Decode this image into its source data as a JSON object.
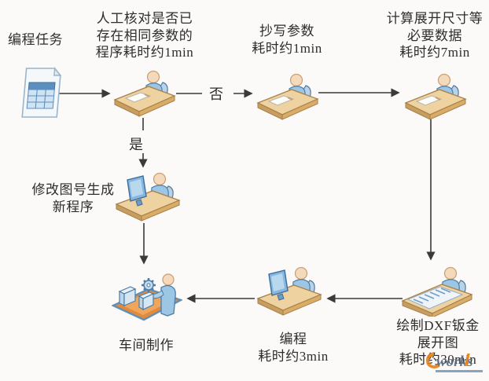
{
  "nodes": {
    "task": {
      "label": "编程任务",
      "icon": "spreadsheet-document-icon"
    },
    "manual_check": {
      "lines": [
        "人工核对是否已",
        "存在相同参数的",
        "程序耗时约1min"
      ],
      "icon": "person-at-desk-icon"
    },
    "copy_params": {
      "lines": [
        "抄写参数",
        "耗时约1min"
      ],
      "icon": "person-at-desk-icon"
    },
    "calc_dims": {
      "lines": [
        "计算展开尺寸等",
        "必要数据",
        "耗时约7min"
      ],
      "icon": "person-at-desk-icon"
    },
    "modify_drawing": {
      "lines": [
        "修改图号生成",
        "新程序"
      ],
      "icon": "person-at-computer-icon"
    },
    "draw_dxf": {
      "lines": [
        "绘制DXF钣金",
        "展开图",
        "耗时约30min"
      ],
      "icon": "person-at-drafting-table-icon"
    },
    "programming": {
      "lines": [
        "编程",
        "耗时约3min"
      ],
      "icon": "person-at-computer-icon"
    },
    "workshop": {
      "label": "车间制作",
      "icon": "workshop-machines-icon"
    }
  },
  "edges": {
    "no_label": "否",
    "yes_label": "是"
  },
  "watermark": {
    "logo_icon": "eworks-swoosh-icon",
    "text": "works"
  },
  "colors": {
    "background": "#fbfaf9",
    "text": "#2e2d2b",
    "arrow": "#3a3a3a",
    "desk_tan": "#eed2a0",
    "desk_edge": "#c89d60",
    "person_blue": "#9cc6e4",
    "skin": "#f4d9ba",
    "floor_orange": "#e08a3e",
    "machine_blue": "#d6e7f2",
    "watermark_orange": "#e8831d",
    "watermark_blue": "#5a6b82"
  }
}
